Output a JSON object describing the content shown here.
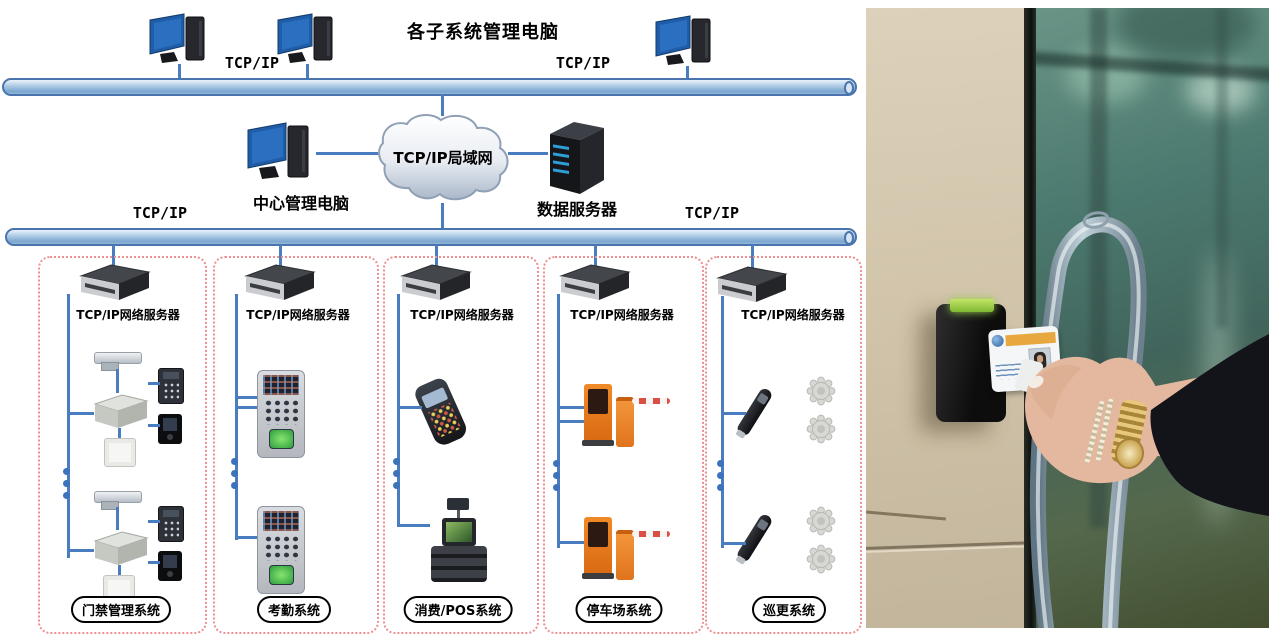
{
  "diagram": {
    "title": "各子系统管理电脑",
    "labels": {
      "tcpip": "TCP/IP",
      "central_computer": "中心管理电脑",
      "lan_cloud": "TCP/IP局域网",
      "data_server": "数据服务器"
    },
    "subsystems": [
      {
        "name": "门禁管理系统",
        "server_label": "TCP/IP网络服务器",
        "devices": [
          "electric-lock",
          "keypad-reader",
          "access-controller",
          "video-intercom",
          "exit-button"
        ]
      },
      {
        "name": "考勤系统",
        "server_label": "TCP/IP网络服务器",
        "devices": [
          "fingerprint-terminal"
        ]
      },
      {
        "name": "消费/POS系统",
        "server_label": "TCP/IP网络服务器",
        "devices": [
          "handheld-pos",
          "pos-register"
        ]
      },
      {
        "name": "停车场系统",
        "server_label": "TCP/IP网络服务器",
        "devices": [
          "ticket-station",
          "barrier-gate"
        ]
      },
      {
        "name": "巡更系统",
        "server_label": "TCP/IP网络服务器",
        "devices": [
          "patrol-wand",
          "checkpoint-tag"
        ]
      }
    ],
    "colors": {
      "bus_fill_light": "#b4cfe8",
      "bus_fill_dark": "#7ba6cf",
      "bus_border": "#4a74ad",
      "connector_line": "#4a7cc0",
      "dashed_box": "#ec8f8f",
      "label_text": "#000000"
    }
  },
  "photo": {
    "colors": {
      "wall_beige": "#cfc2a8",
      "glass_teal": "#4c7a70",
      "reader_body": "#141414",
      "reader_led_green": "#8ec63f",
      "card_stripe_orange": "#e7a93f",
      "watch_gold": "#c9a24b",
      "sleeve_black": "#12141a"
    }
  }
}
